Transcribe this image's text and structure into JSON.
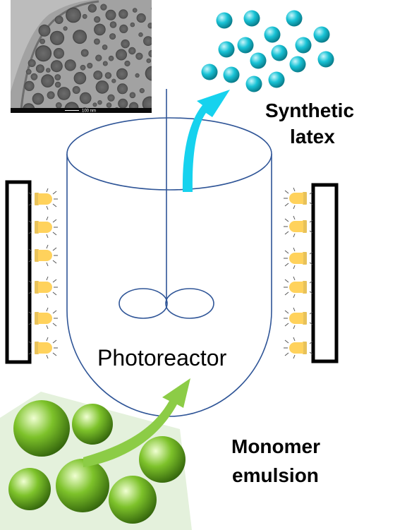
{
  "labels": {
    "product": [
      "Synthetic",
      "latex"
    ],
    "reactor": "Photoreactor",
    "feed": [
      "Monomer",
      "emulsion"
    ],
    "micrograph_scale": "100 nm"
  },
  "colors": {
    "latex_particle": "#19c3d6",
    "latex_arrow": "#16d2ee",
    "monomer_droplet": "#7dc22a",
    "monomer_arrow": "#8ccc46",
    "emulsion_background": "#e4f1dc",
    "led": "#ffd25c",
    "reactor_line": "#2f5597",
    "lamp_frame": "#000000"
  },
  "icons": {
    "led": "led-bulb-icon",
    "stirrer": "impeller-icon"
  }
}
